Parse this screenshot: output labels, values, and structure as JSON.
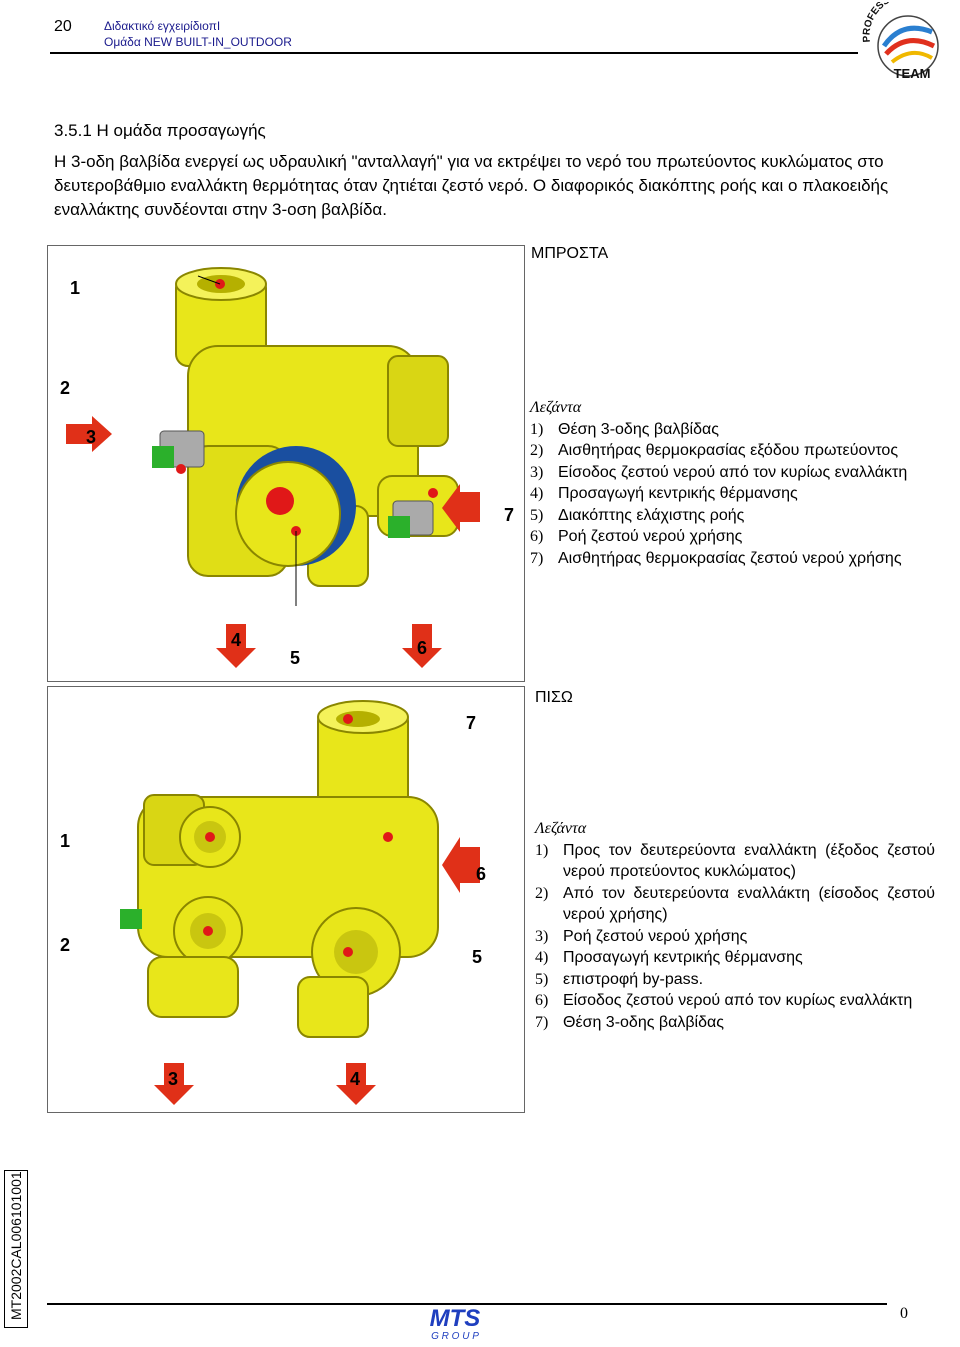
{
  "header": {
    "page_number": "20",
    "doc_title": "Διδακτικό εγχειρίδιοπΙ",
    "doc_subtitle": "Ομάδα NEW BUILT-IN_OUTDOOR",
    "logo_top": "PROFESSIONAL",
    "logo_bottom": "TEAM"
  },
  "section": {
    "heading": "3.5.1  Η ομάδα προσαγωγής",
    "intro": "Η 3-οδη βαλβίδα ενεργεί ως υδραυλική \"ανταλλαγή\" για να εκτρέψει το νερό του πρωτεύοντος κυκλώματος στο δευτεροβάθμιο εναλλάκτη θερμότητας όταν ζητιέται ζεστό νερό. Ο διαφορικός διακόπτης ροής και ο πλακοειδής εναλλάκτης συνδέονται στην 3-οση βαλβίδα."
  },
  "front": {
    "title": "ΜΠΡΟΣΤΑ",
    "callouts": [
      "1",
      "2",
      "3",
      "7",
      "4",
      "5",
      "6"
    ],
    "legend_label": "Λεζάντα",
    "legend": [
      {
        "num": "1)",
        "text": "Θέση 3-οδης βαλβίδας"
      },
      {
        "num": "2)",
        "text": "Αισθητήρας θερμοκρασίας εξόδου πρωτεύοντος"
      },
      {
        "num": "3)",
        "text": "Είσοδος ζεστού νερού από τον κυρίως εναλλάκτη"
      },
      {
        "num": "4)",
        "text": "Προσαγωγή κεντρικής θέρμανσης"
      },
      {
        "num": "5)",
        "text": "Διακόπτης ελάχιστης ροής"
      },
      {
        "num": "6)",
        "text": "Ροή ζεστού νερού χρήσης"
      },
      {
        "num": "7)",
        "text": "Αισθητήρας θερμοκρασίας ζεστού νερού χρήσης"
      }
    ]
  },
  "back": {
    "title": "ΠΙΣΩ",
    "callouts": [
      "7",
      "1",
      "6",
      "2",
      "5",
      "3",
      "4"
    ],
    "legend_label": "Λεζάντα",
    "legend": [
      {
        "num": "1)",
        "text": "Προς τον δευτερεύοντα εναλλάκτη (έξοδος ζεστού νερού προτεύοντος κυκλώματος)"
      },
      {
        "num": "2)",
        "text": "Από τον δευτερεύοντα εναλλάκτη (είσοδος ζεστού νερού χρήσης)"
      },
      {
        "num": "3)",
        "text": "Ροή ζεστού νερού χρήσης"
      },
      {
        "num": "4)",
        "text": "Προσαγωγή κεντρικής θέρμανσης"
      },
      {
        "num": "5)",
        "text": "επιστροφή by-pass."
      },
      {
        "num": "6)",
        "text": "Είσοδος ζεστού νερού από τον κυρίως εναλλάκτη"
      },
      {
        "num": "7)",
        "text": "Θέση 3-οδης βαλβίδας"
      }
    ]
  },
  "footer": {
    "side_code": "MT2002CAL006101001",
    "logo_top": "MTS",
    "logo_bottom": "G R O U P",
    "page_number": "0"
  },
  "colors": {
    "valve_yellow": "#e8e61a",
    "valve_shadow": "#b5b000",
    "arrow_red": "#e03018",
    "dot_red": "#e01818",
    "blue_ring": "#1a4fa0",
    "mts_blue": "#1f3fbf"
  }
}
